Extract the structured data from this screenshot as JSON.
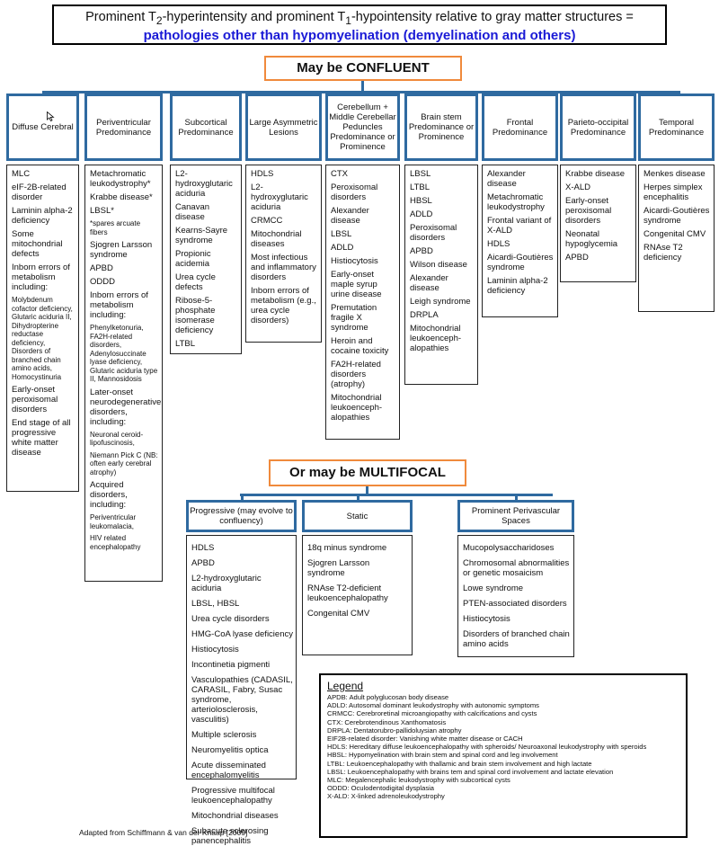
{
  "title": {
    "line1_pre": "Prominent T",
    "line1_sub1": "2",
    "line1_mid": "-hyperintensity and prominent T",
    "line1_sub2": "1",
    "line1_post": "-hypointensity relative to gray matter structures =",
    "line2": "pathologies other than hypomyelination (demyelination and others)"
  },
  "confluent_label": "May be CONFLUENT",
  "multifocal_label": "Or may be MULTIFOCAL",
  "columns": [
    {
      "header": "Diffuse Cerebral",
      "items": [
        "MLC",
        "eIF-2B-related disorder",
        "Laminin alpha-2 deficiency",
        "Some mitochondrial defects",
        "Inborn errors of metabolism including:",
        "Molybdenum cofactor deficiency, Glutaric aciduria II, Dihydropterine reductase deficiency, Disorders of branched chain amino acids, Homocystinuria",
        "Early-onset peroxisomal disorders",
        "End stage of all progressive white matter disease"
      ]
    },
    {
      "header": "Periventricular Predominance",
      "items": [
        "Metachromatic leukodystrophy*",
        "Krabbe disease*",
        "LBSL*",
        "*spares arcuate fibers",
        "Sjogren Larsson syndrome",
        "APBD",
        "ODDD",
        "Inborn errors of metabolism including:",
        "Phenylketonuria, FA2H-related disorders, Adenylosuccinate lyase deficiency, Glutaric aciduria type II, Mannosidosis",
        "Later-onset neurodegenerative disorders, including:",
        "Neuronal ceroid-lipofuscinosis,",
        "Niemann Pick C (NB: often early cerebral atrophy)",
        "Acquired disorders, including:",
        "Periventricular leukomalacia,",
        "HIV related encephalopathy"
      ]
    },
    {
      "header": "Subcortical Predominance",
      "items": [
        "L2-hydroxyglutaric aciduria",
        "Canavan disease",
        "Kearns-Sayre syndrome",
        "Propionic acidemia",
        "Urea cycle defects",
        "Ribose-5-phosphate isomerase deficiency",
        "LTBL"
      ]
    },
    {
      "header": "Large Asymmetric Lesions",
      "items": [
        "HDLS",
        "L2-hydroxyglutaric aciduria",
        "CRMCC",
        "Mitochondrial diseases",
        "Most infectious and inflammatory disorders",
        "Inborn errors of metabolism (e.g., urea cycle disorders)"
      ]
    },
    {
      "header": "Cerebellum + Middle Cerebellar Peduncles Predominance or Prominence",
      "items": [
        "CTX",
        "Peroxisomal disorders",
        "Alexander disease",
        "LBSL",
        "ADLD",
        "Histiocytosis",
        "Early-onset maple syrup urine disease",
        "Premutation fragile X syndrome",
        "Heroin and cocaine toxicity",
        "FA2H-related disorders (atrophy)",
        "Mitochondrial leukoenceph-alopathies"
      ]
    },
    {
      "header": "Brain stem Predominance or Prominence",
      "items": [
        "LBSL",
        "LTBL",
        "HBSL",
        "ADLD",
        "Peroxisomal disorders",
        "APBD",
        "Wilson disease",
        "Alexander disease",
        "Leigh syndrome",
        "DRPLA",
        "Mitochondrial leukoenceph-alopathies"
      ]
    },
    {
      "header": "Frontal Predominance",
      "items": [
        "Alexander disease",
        "Metachromatic leukodystrophy",
        "Frontal variant of X-ALD",
        "HDLS",
        "Aicardi-Goutières syndrome",
        "Laminin alpha-2 deficiency"
      ]
    },
    {
      "header": "Parieto-occipital Predominance",
      "items": [
        "Krabbe disease",
        "X-ALD",
        "Early-onset peroxisomal disorders",
        "Neonatal hypoglycemia",
        "APBD"
      ]
    },
    {
      "header": "Temporal Predominance",
      "items": [
        "Menkes disease",
        "Herpes simplex encephalitis",
        "Aicardi-Goutières syndrome",
        "Congenital CMV",
        "RNAse T2 deficiency"
      ]
    }
  ],
  "multifocal": [
    {
      "header": "Progressive (may evolve to confluency)",
      "items": [
        "HDLS",
        "APBD",
        "L2-hydroxyglutaric aciduria",
        "LBSL, HBSL",
        "Urea cycle disorders",
        "HMG-CoA lyase deficiency",
        "Histiocytosis",
        "Incontinetia pigmenti",
        "Vasculopathies (CADASIL, CARASIL, Fabry, Susac syndrome, arteriolosclerosis, vasculitis)",
        "Multiple sclerosis",
        "Neuromyelitis optica",
        "Acute disseminated encephalomyelitis",
        "Progressive multifocal leukoencephalopathy",
        "Mitochondrial diseases",
        "Subacute sclerosing panencephalitis"
      ]
    },
    {
      "header": "Static",
      "items": [
        "18q minus syndrome",
        "Sjogren Larsson syndrome",
        "RNAse T2-deficient leukoencephalopathy",
        "Congenital CMV"
      ]
    },
    {
      "header": "Prominent Perivascular Spaces",
      "items": [
        "Mucopolysaccharidoses",
        "Chromosomal abnormalities or genetic mosaicism",
        "Lowe syndrome",
        "PTEN-associated disorders",
        "Histiocytosis",
        "Disorders of branched chain amino acids"
      ]
    }
  ],
  "legend": {
    "title": "Legend",
    "entries": [
      "APDB:  Adult polyglucosan body disease",
      "ADLD:  Autosomal dominant leukodystrophy with autonomic symptoms",
      "CRMCC:  Cerebroretinal microangiopathy with calcifications and cysts",
      "CTX:  Cerebrotendinous Xanthomatosis",
      "DRPLA:  Dentatorubro-pallidoluysian atrophy",
      "EIF2B-related disorder:  Vanishing white matter disease or CACH",
      "HDLS:  Hereditary diffuse leukoencephalopathy with spheroids/ Neuroaxonal leukodystrophy with speroids",
      "HBSL:  Hypomyelination with brain stem and spinal cord and leg involvement",
      "LTBL:  Leukoencephalopathy with thallamic and brain stem involvement and high lactate",
      "LBSL:  Leukoencephalopathy with brains tem and spinal cord involvement and lactate elevation",
      "MLC:  Megalencephalic leukodystrophy with subcortical cysts",
      "ODDD:  Oculodentodigital dysplasia",
      "X-ALD:  X-linked adrenoleukodystrophy"
    ]
  },
  "source": "Adapted from  Schiffmann & van der Knaap [2009]",
  "colors": {
    "frame_blue": "#2f6aa0",
    "orange": "#f08a3c",
    "title_blue": "#1a1ad6"
  }
}
